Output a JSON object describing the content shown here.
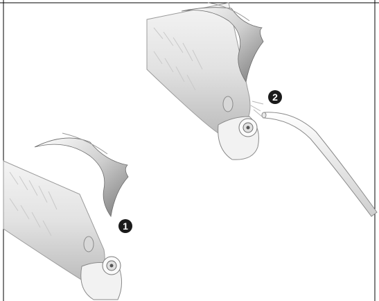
{
  "steps": [
    {
      "number": "1"
    },
    {
      "number": "2"
    }
  ],
  "icons": [
    "dental-handpiece",
    "cleaning-cloth",
    "air-water-syringe-nozzle"
  ],
  "colors": {
    "background": "#ffffff",
    "frame": "#000000",
    "badge": "#1a1a1a",
    "handpiece": "#e9e9e9",
    "nozzle": "#eeeeee"
  }
}
